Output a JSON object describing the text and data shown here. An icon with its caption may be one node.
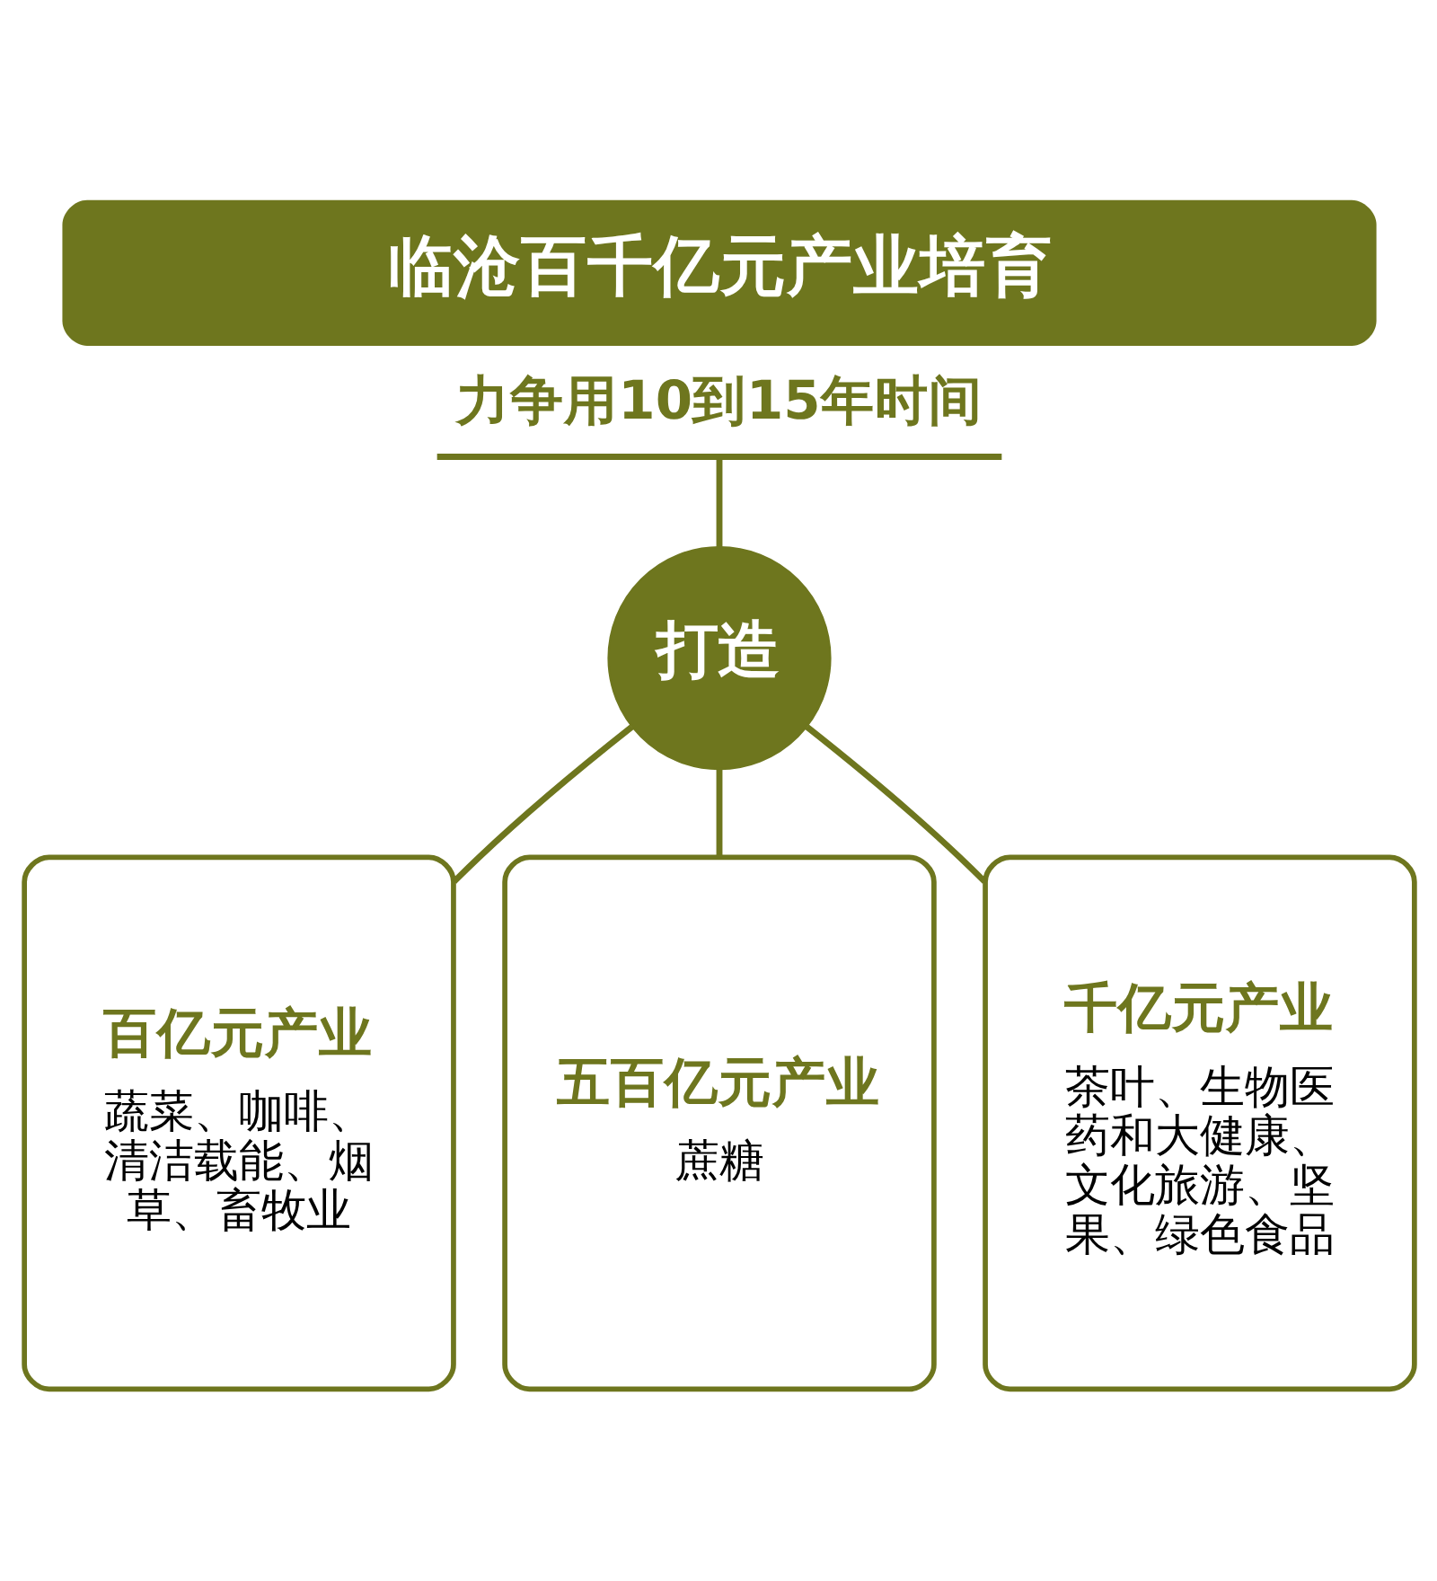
{
  "diagram": {
    "title": "临沧百千亿元产业培育",
    "nodes": [
      {
        "text": [
          "力争用10到15年时间"
        ]
      },
      {
        "text": [
          "打造"
        ]
      },
      {
        "text": [
          "百亿元产业",
          "蔬菜、咖啡、清洁载能、烟草、畜牧业"
        ]
      },
      {
        "text": [
          "五百亿元产业",
          "蔗糖"
        ]
      },
      {
        "text": [
          "千亿元产业",
          "茶叶、生物医药和大健康、文化旅游、坚果、绿色食品"
        ]
      }
    ],
    "edges": [
      {
        "from": 0,
        "to": 1,
        "arrow": "none"
      },
      {
        "from": 1,
        "to": 2,
        "arrow": "none"
      },
      {
        "from": 1,
        "to": 3,
        "arrow": "none"
      },
      {
        "from": 1,
        "to": 4,
        "arrow": "none"
      }
    ]
  }
}
